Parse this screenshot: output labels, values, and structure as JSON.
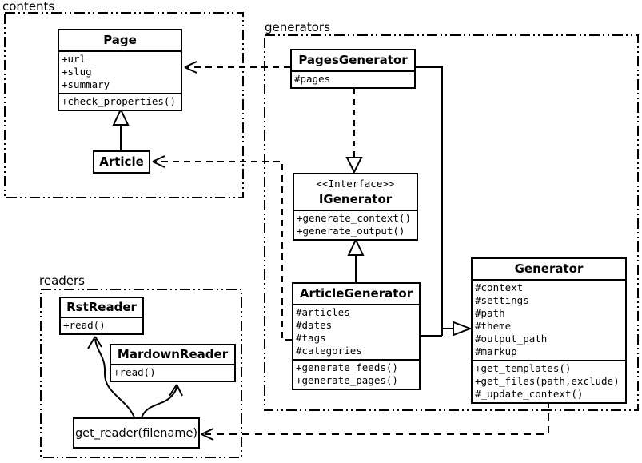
{
  "colors": {
    "line": "#000000",
    "background": "#ffffff",
    "box_fill": "#ffffff"
  },
  "packages": {
    "contents": {
      "label": "contents"
    },
    "generators": {
      "label": "generators"
    },
    "readers": {
      "label": "readers"
    }
  },
  "classes": {
    "page": {
      "title": "Page",
      "attributes": [
        "+url",
        "+slug",
        "+summary"
      ],
      "methods": [
        "+check_properties()"
      ]
    },
    "article": {
      "title": "Article"
    },
    "pages_generator": {
      "title": "PagesGenerator",
      "attributes": [
        "#pages"
      ]
    },
    "igenerator": {
      "stereotype": "<<Interface>>",
      "title": "IGenerator",
      "methods": [
        "+generate_context()",
        "+generate_output()"
      ]
    },
    "article_generator": {
      "title": "ArticleGenerator",
      "attributes": [
        "#articles",
        "#dates",
        "#tags",
        "#categories"
      ],
      "methods": [
        "+generate_feeds()",
        "+generate_pages()"
      ]
    },
    "generator": {
      "title": "Generator",
      "attributes": [
        "#context",
        "#settings",
        "#path",
        "#theme",
        "#output_path",
        "#markup"
      ],
      "methods": [
        "+get_templates()",
        "+get_files(path,exclude)",
        "#_update_context()"
      ]
    },
    "rst_reader": {
      "title": "RstReader",
      "methods": [
        "+read()"
      ]
    },
    "mardown_reader": {
      "title": "MardownReader",
      "methods": [
        "+read()"
      ]
    },
    "get_reader": {
      "label": "get_reader(filename)"
    }
  },
  "relationships": [
    {
      "from": "Article",
      "to": "Page",
      "type": "generalization"
    },
    {
      "from": "PagesGenerator",
      "to": "IGenerator",
      "type": "realization"
    },
    {
      "from": "ArticleGenerator",
      "to": "IGenerator",
      "type": "generalization"
    },
    {
      "from": "PagesGenerator",
      "to": "Generator",
      "type": "generalization"
    },
    {
      "from": "ArticleGenerator",
      "to": "Generator",
      "type": "generalization"
    },
    {
      "from": "PagesGenerator",
      "to": "Page",
      "type": "dependency"
    },
    {
      "from": "ArticleGenerator",
      "to": "Article",
      "type": "dependency"
    },
    {
      "from": "Generator",
      "to": "get_reader(filename)",
      "type": "dependency"
    },
    {
      "from": "get_reader(filename)",
      "to": "RstReader",
      "type": "call"
    },
    {
      "from": "get_reader(filename)",
      "to": "MardownReader",
      "type": "call"
    }
  ]
}
